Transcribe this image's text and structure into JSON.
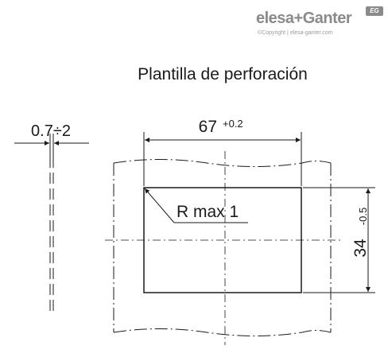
{
  "brand": {
    "name": "elesa+Ganter",
    "copyright": "©Copyright | elesa-ganter.com",
    "badge": "EG"
  },
  "title": "Plantilla de perforación",
  "dimensions": {
    "thickness": "0.7÷2",
    "width_value": "67",
    "width_tolerance": "+0.2",
    "height_value": "34",
    "height_tolerance": "-0.5",
    "radius": "R max 1"
  }
}
